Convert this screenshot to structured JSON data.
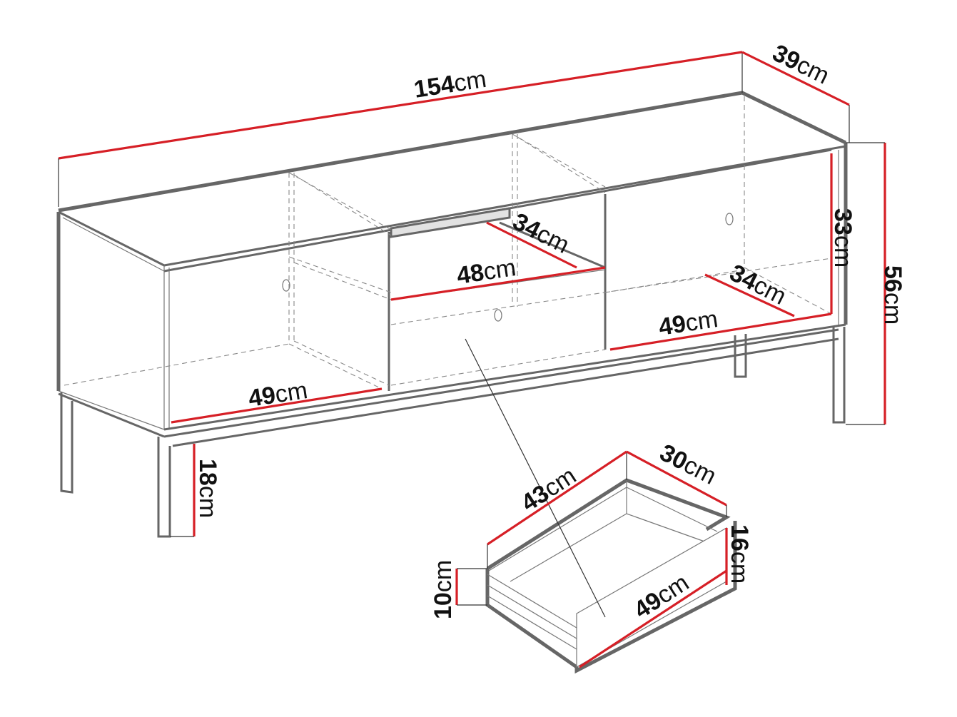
{
  "diagram": {
    "type": "furniture-dimension-drawing",
    "subject": "TV cabinet with two doors, open shelf, drawer on metal legs",
    "colors": {
      "dimension_line": "#d61f26",
      "outline": "#666666",
      "text": "#111111"
    },
    "unit": "cm",
    "dimensions": {
      "total_width": {
        "value": "154",
        "unit": "cm"
      },
      "depth": {
        "value": "39",
        "unit": "cm"
      },
      "total_height": {
        "value": "56",
        "unit": "cm"
      },
      "inner_height": {
        "value": "33",
        "unit": "cm"
      },
      "leg_height": {
        "value": "18",
        "unit": "cm"
      },
      "left_compartment_width": {
        "value": "49",
        "unit": "cm"
      },
      "right_compartment_width": {
        "value": "49",
        "unit": "cm"
      },
      "right_compartment_depth": {
        "value": "34",
        "unit": "cm"
      },
      "shelf_width": {
        "value": "48",
        "unit": "cm"
      },
      "shelf_depth": {
        "value": "34",
        "unit": "cm"
      },
      "drawer_length": {
        "value": "43",
        "unit": "cm"
      },
      "drawer_inner_width": {
        "value": "30",
        "unit": "cm"
      },
      "drawer_front_height": {
        "value": "16",
        "unit": "cm"
      },
      "drawer_front_width": {
        "value": "49",
        "unit": "cm"
      },
      "drawer_side_height": {
        "value": "10",
        "unit": "cm"
      }
    }
  }
}
